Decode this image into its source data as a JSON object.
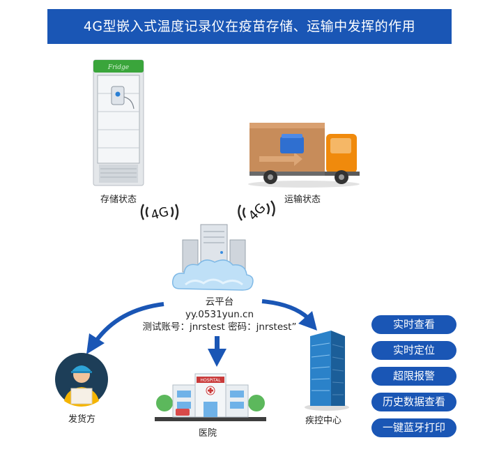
{
  "title": "4G型嵌入式温度记录仪在疫苗存储、运输中发挥的作用",
  "fridge_brand": "Fridge",
  "storage_label": "存储状态",
  "transport_label": "运输状态",
  "signal_label": "4G",
  "cloud": {
    "name": "云平台",
    "url": "yy.0531yun.cn",
    "account": "测试账号：jnrstest   密码：jnrstest”"
  },
  "shipper_label": "发货方",
  "hospital_label": "医院",
  "hospital_sign": "HOSPITAL",
  "cdc_label": "疾控中心",
  "features": [
    "实时查看",
    "实时定位",
    "超限报警",
    "历史数据查看",
    "一键蓝牙打印"
  ],
  "colors": {
    "primary": "#1a56b5",
    "truck_orange": "#f08a0c",
    "fridge_green": "#3aa53b"
  }
}
